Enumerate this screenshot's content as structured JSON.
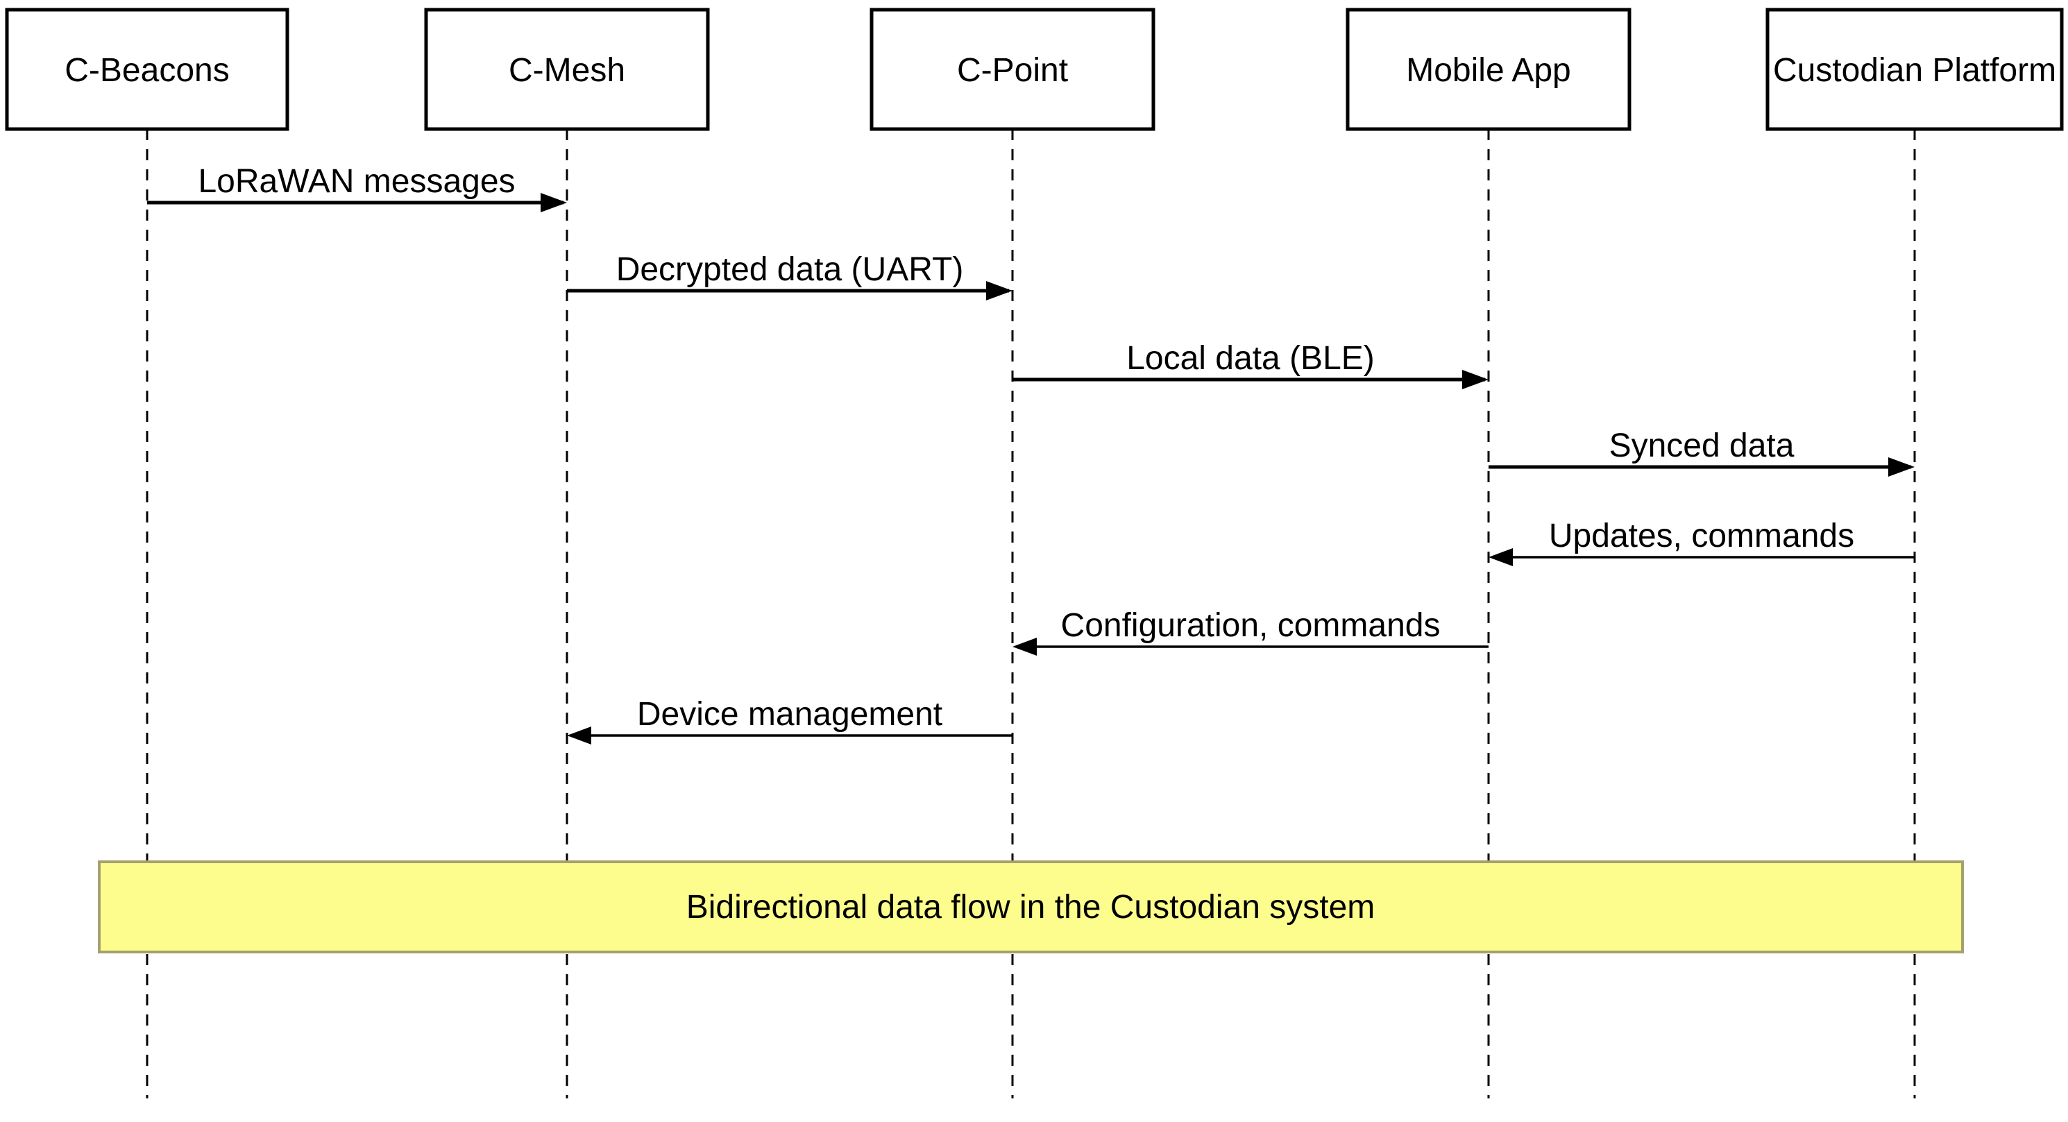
{
  "diagram": {
    "type": "sequence",
    "background_color": "#FFFFFF",
    "line_color": "#000000",
    "text_color": "#000000"
  },
  "participants": [
    {
      "name": "C-Beacons"
    },
    {
      "name": "C-Mesh"
    },
    {
      "name": "C-Point"
    },
    {
      "name": "Mobile App"
    },
    {
      "name": "Custodian Platform"
    }
  ],
  "messages": [
    {
      "label": "LoRaWAN messages",
      "from": "C-Beacons",
      "to": "C-Mesh",
      "direction": "right"
    },
    {
      "label": "Decrypted data (UART)",
      "from": "C-Mesh",
      "to": "C-Point",
      "direction": "right"
    },
    {
      "label": "Local data (BLE)",
      "from": "C-Point",
      "to": "Mobile App",
      "direction": "right"
    },
    {
      "label": "Synced data",
      "from": "Mobile App",
      "to": "Custodian Platform",
      "direction": "right"
    },
    {
      "label": "Updates, commands",
      "from": "Custodian Platform",
      "to": "Mobile App",
      "direction": "left"
    },
    {
      "label": "Configuration, commands",
      "from": "Mobile App",
      "to": "C-Point",
      "direction": "left"
    },
    {
      "label": "Device management",
      "from": "C-Point",
      "to": "C-Mesh",
      "direction": "left"
    }
  ],
  "note": {
    "text": "Bidirectional data flow in the Custodian system",
    "fill_color": "#FDFD8D",
    "border_color": "#A6A06F"
  }
}
